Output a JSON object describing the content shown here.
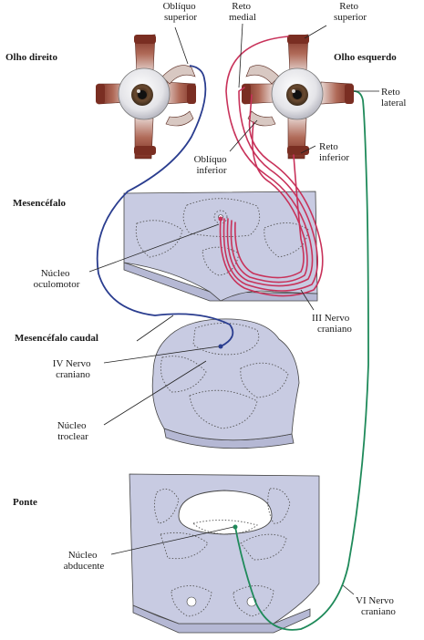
{
  "labels": {
    "olho_direito": "Olho direito",
    "olho_esquerdo": "Olho esquerdo",
    "obliquo_superior": [
      "Oblíquo",
      "superior"
    ],
    "reto_medial": [
      "Reto",
      "medial"
    ],
    "reto_superior": [
      "Reto",
      "superior"
    ],
    "reto_lateral": [
      "Reto",
      "lateral"
    ],
    "obliquo_inferior": [
      "Oblíquo",
      "inferior"
    ],
    "reto_inferior": [
      "Reto",
      "inferior"
    ],
    "mesencefalo": "Mesencéfalo",
    "nucleo_oculomotor": [
      "Núcleo",
      "oculomotor"
    ],
    "iii_nervo": [
      "III Nervo",
      "craniano"
    ],
    "mesencefalo_caudal": "Mesencéfalo caudal",
    "iv_nervo": [
      "IV Nervo",
      "craniano"
    ],
    "nucleo_troclear": [
      "Núcleo",
      "troclear"
    ],
    "ponte": "Ponte",
    "nucleo_abducente": [
      "Núcleo",
      "abducente"
    ],
    "vi_nervo": [
      "VI Nervo",
      "craniano"
    ]
  },
  "colors": {
    "oculomotor_nerve": "#c8325a",
    "trochlear_nerve": "#2a3d8f",
    "abducens_nerve": "#1f8a5a",
    "muscle": "#9b4a3a",
    "tissue": "#c8cbe2"
  }
}
